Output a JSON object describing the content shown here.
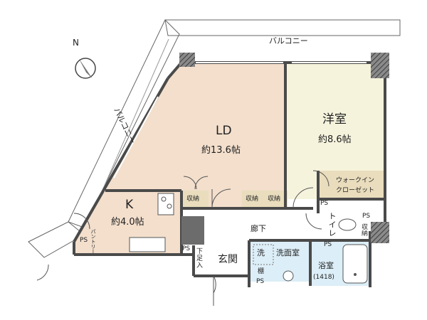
{
  "compass": {
    "north": "N"
  },
  "balcony_top": "バルコニー",
  "balcony_left": "バルコニー",
  "rooms": {
    "ld": {
      "name": "LD",
      "area": "約13.6帖"
    },
    "western": {
      "name": "洋室",
      "area": "約8.6帖"
    },
    "kitchen": {
      "name": "K",
      "area": "約4.0帖"
    },
    "walkin": {
      "line1": "ウォークイン",
      "line2": "クローゼット"
    },
    "corridor": "廊下",
    "entrance": "玄関",
    "shoe_storage": "下足入",
    "washroom": "洗面室",
    "wash": "洗",
    "shelf": "棚",
    "bath": {
      "name": "浴室",
      "size": "(1418)"
    },
    "toilet": "トイレ",
    "pantry": "パントリー"
  },
  "storage": {
    "kitchen": "収納",
    "corridor_a": "収納",
    "corridor_b": "収納",
    "toilet": "収納"
  },
  "ps": [
    "PS",
    "PS",
    "PS",
    "PS",
    "PS",
    "PS"
  ],
  "colors": {
    "wall": "#4a4a4a",
    "ld_floor": "#f3dfcc",
    "western_floor": "#f6f3dd",
    "kitchen_floor": "#f3dfcc",
    "walkin_floor": "#e9ddbd",
    "storage_floor": "#e9ddbd",
    "wet_floor": "#dceef7",
    "column": "#6c6c6c"
  }
}
